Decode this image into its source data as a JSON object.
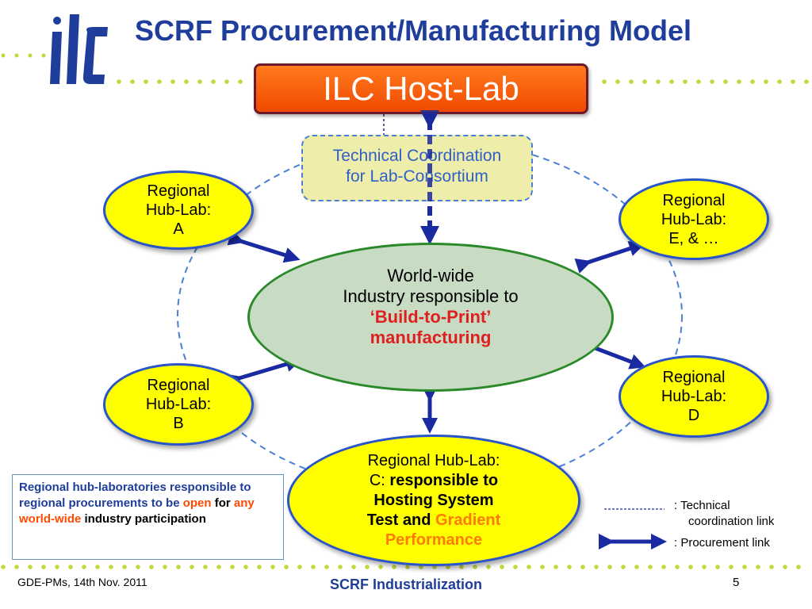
{
  "title": "SCRF Procurement/Manufacturing Model",
  "logo_text": "ilc",
  "host_lab": "ILC Host-Lab",
  "tech_coord": {
    "line1": "Technical Coordination",
    "line2": "for Lab-Consortium"
  },
  "hubs": {
    "a": {
      "line1": "Regional",
      "line2": "Hub-Lab:",
      "line3": "A"
    },
    "e": {
      "line1": "Regional",
      "line2": "Hub-Lab:",
      "line3": "E, & …"
    },
    "b": {
      "line1": "Regional",
      "line2": "Hub-Lab:",
      "line3": "B"
    },
    "d": {
      "line1": "Regional",
      "line2": "Hub-Lab:",
      "line3": "D"
    },
    "c": {
      "line1": "Regional Hub-Lab:",
      "line2_prefix": "C:",
      "line2_bold": "responsible to",
      "line3": "Hosting System",
      "line4_prefix": "Test  and",
      "line4_orange": "Gradient",
      "line5_orange": "Performance"
    }
  },
  "center": {
    "line1": "World-wide",
    "line2": "Industry responsible to",
    "line3": "‘Build-to-Print’",
    "line4": "manufacturing"
  },
  "infobox": {
    "part1": "Regional hub-laboratories responsible to regional procurements to be",
    "open": "open",
    "for": "for",
    "any": "any",
    "worldwide": "world-wide",
    "part2": "industry participation"
  },
  "legend": {
    "tech_line1": ": Technical",
    "tech_line2": "coordination link",
    "procurement": ": Procurement link"
  },
  "footer": {
    "left": "GDE-PMs, 14th Nov. 2011",
    "center": "SCRF Industrialization",
    "page": "5"
  },
  "colors": {
    "title": "#1f3d9b",
    "host_lab_fill": "#ff6a10",
    "hub_fill": "#ffff00",
    "hub_border": "#2a55c8",
    "center_fill": "#c8dcc4",
    "center_border": "#2a8a2a",
    "arrow": "#1a2aa0",
    "dots": "#c4d83a"
  }
}
